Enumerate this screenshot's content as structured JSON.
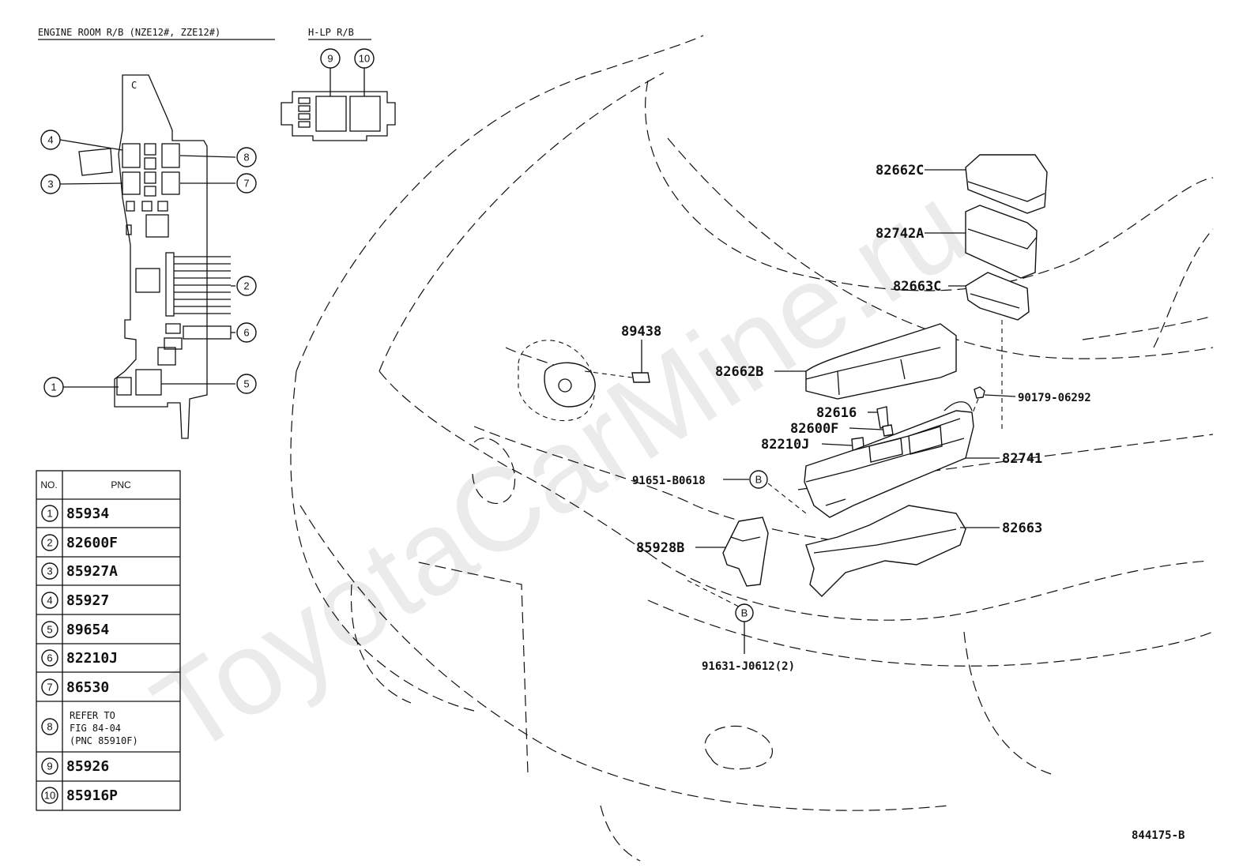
{
  "headers": {
    "engine_room": "ENGINE ROOM R/B  (NZE12#, ZZE12#)",
    "hlp": "H-LP R/B",
    "relay_block_letter": "C"
  },
  "table": {
    "col_no": "NO.",
    "col_pnc": "PNC",
    "rows": [
      {
        "no": "1",
        "pnc": "85934"
      },
      {
        "no": "2",
        "pnc": "82600F"
      },
      {
        "no": "3",
        "pnc": "85927A"
      },
      {
        "no": "4",
        "pnc": "85927"
      },
      {
        "no": "5",
        "pnc": "89654"
      },
      {
        "no": "6",
        "pnc": "82210J"
      },
      {
        "no": "7",
        "pnc": "86530"
      },
      {
        "no": "8",
        "pnc": "",
        "ref_lines": [
          "REFER TO",
          "FIG 84-04",
          "(PNC 85910F)"
        ]
      },
      {
        "no": "9",
        "pnc": "85926"
      },
      {
        "no": "10",
        "pnc": "85916P"
      }
    ]
  },
  "relay_callouts": [
    "1",
    "2",
    "3",
    "4",
    "5",
    "6",
    "7",
    "8",
    "9",
    "10"
  ],
  "part_labels": {
    "p82662C": "82662C",
    "p82742A": "82742A",
    "p82663C": "82663C",
    "p89438": "89438",
    "p82662B": "82662B",
    "p90179": "90179-06292",
    "p82616": "82616",
    "p82600F": "82600F",
    "p82210J": "82210J",
    "p82741": "82741",
    "p91651": "91651-B0618",
    "p82663": "82663",
    "p85928B": "85928B",
    "p91631": "91631-J0612(2)",
    "bolt_mark": "B"
  },
  "figure_id": "844175-B",
  "watermark": "ToyotaCarMine.ru"
}
